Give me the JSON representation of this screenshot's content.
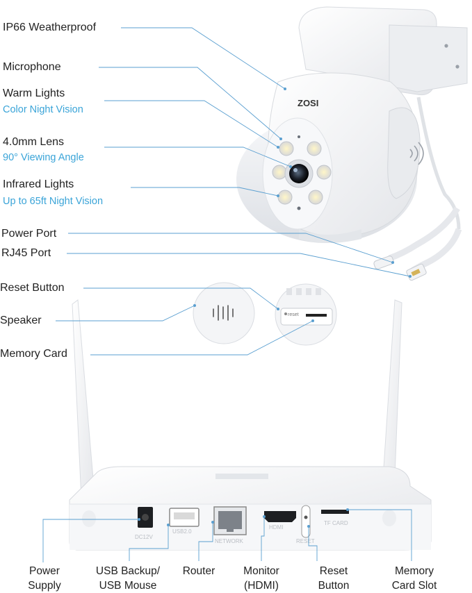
{
  "colors": {
    "accent": "#3aa4d8",
    "leader_line": "#5a9fd0",
    "device_body": "#f4f5f7",
    "text": "#222222"
  },
  "camera": {
    "brand": "ZOSI",
    "features": [
      {
        "label": "IP66 Weatherproof",
        "sub": ""
      },
      {
        "label": "Microphone",
        "sub": ""
      },
      {
        "label": "Warm Lights",
        "sub": "Color Night Vision"
      },
      {
        "label": "4.0mm Lens",
        "sub": "90° Viewing Angle"
      },
      {
        "label": "Infrared Lights",
        "sub": "Up to 65ft Night Vision"
      },
      {
        "label": "Power Port",
        "sub": ""
      },
      {
        "label": "RJ45 Port",
        "sub": ""
      },
      {
        "label": "Reset Button",
        "sub": ""
      },
      {
        "label": "Speaker",
        "sub": ""
      },
      {
        "label": "Memory Card",
        "sub": ""
      }
    ],
    "reset_tag": "reset"
  },
  "nvr": {
    "port_markings": {
      "dc": "DC12V",
      "usb": "USB2.0",
      "network": "NETWORK",
      "hdmi": "HDMI",
      "reset": "RESET",
      "tf": "TF CARD"
    },
    "ports": [
      {
        "label": "Power\nSupply"
      },
      {
        "label": "USB Backup/\nUSB Mouse"
      },
      {
        "label": "Router"
      },
      {
        "label": "Monitor\n(HDMI)"
      },
      {
        "label": "Reset\nButton"
      },
      {
        "label": "Memory\nCard Slot"
      }
    ]
  }
}
